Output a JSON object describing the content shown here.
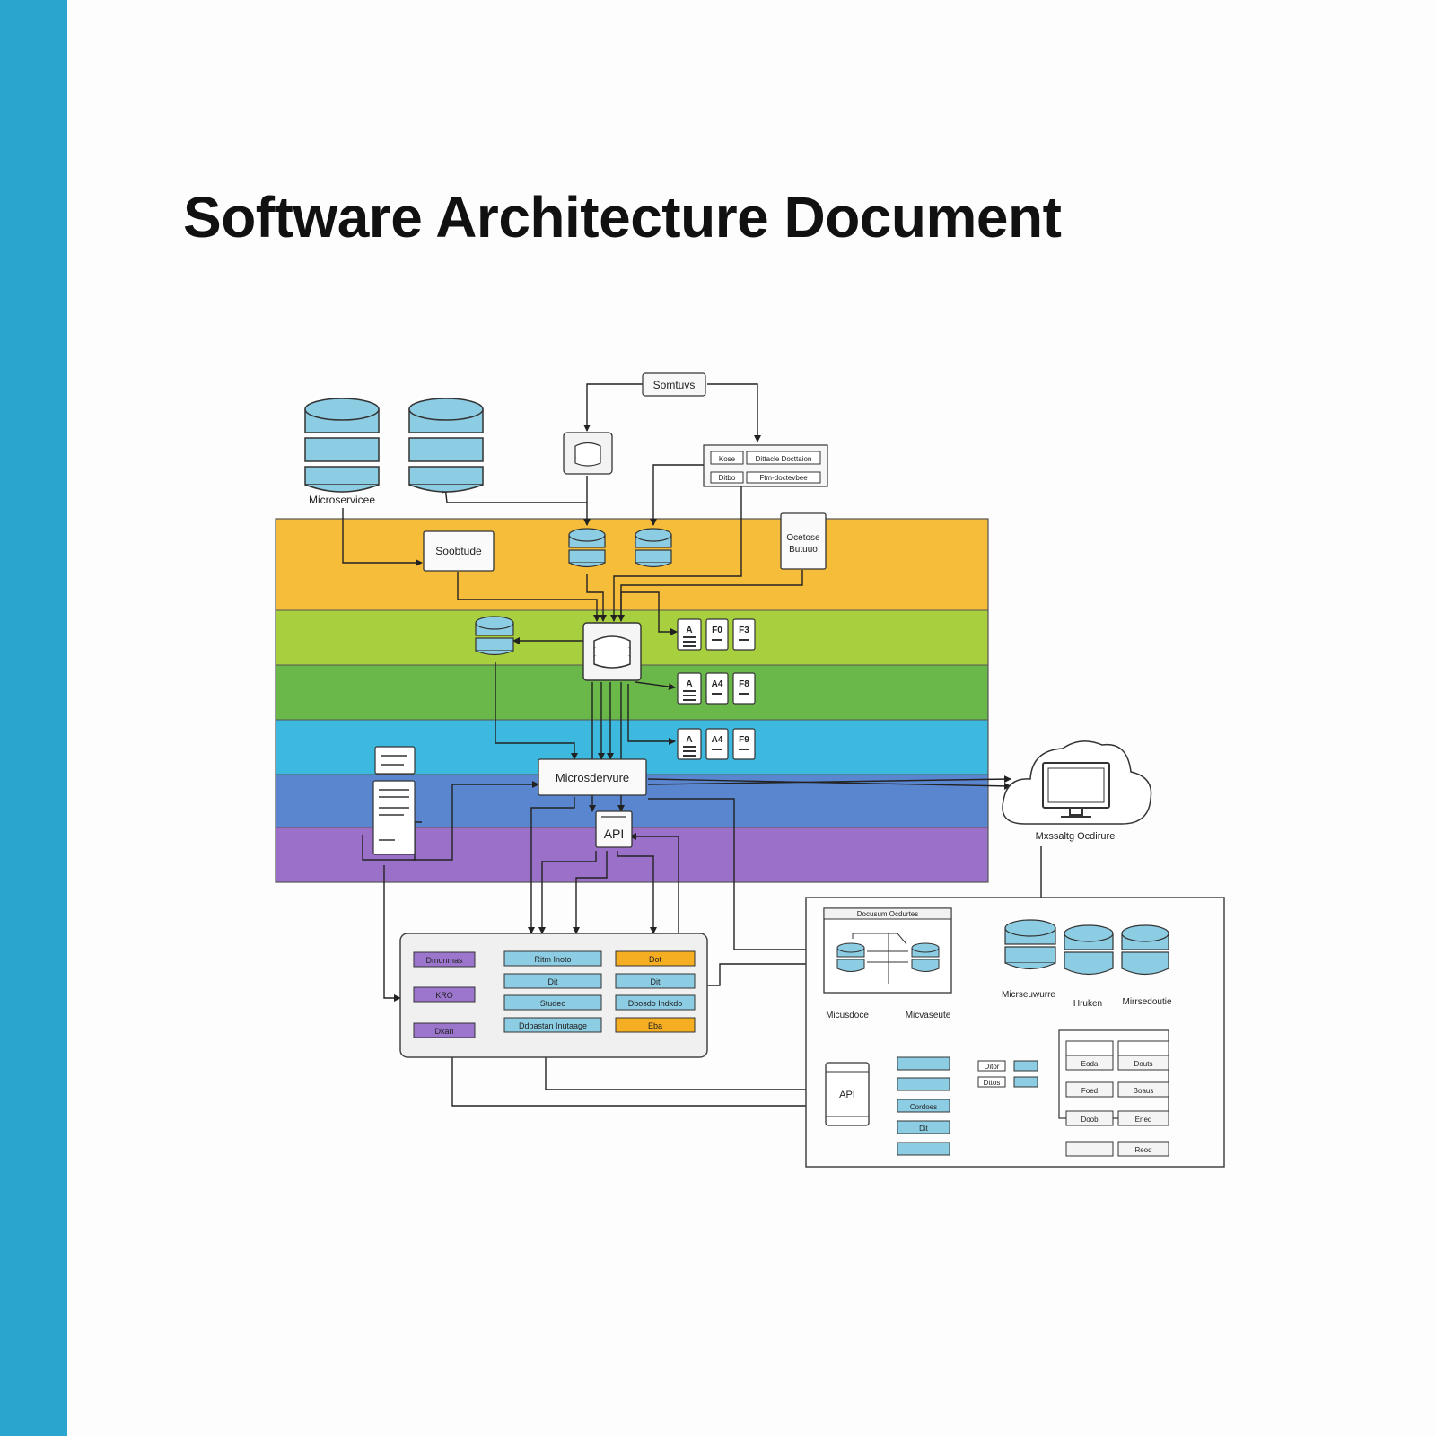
{
  "page": {
    "title": "Software Architecture Document"
  },
  "colors": {
    "sidebar": "#2aa6ce",
    "band_1": "#f6bd3b",
    "band_2": "#a8cf3e",
    "band_3": "#6ab84a",
    "band_4": "#3db8de",
    "band_5": "#5a86cf",
    "band_6": "#9a70c8",
    "db_fill": "#8ccde3",
    "chip_blue": "#8ccde3",
    "chip_orange": "#f5ad22",
    "chip_purple": "#9b76cc"
  },
  "diagram": {
    "top_box": "Somtuvs",
    "top_db_label": "Microservicee",
    "top_table": {
      "cells": [
        "Kose",
        "Dittacle Docttaion",
        "Ditbo",
        "Ftm-doctevbee"
      ]
    },
    "service_box": "Soobtude",
    "right_box_lines": [
      "Ocetose",
      "Butuuo"
    ],
    "icon_row_1": [
      "A",
      "F0",
      "F3"
    ],
    "icon_row_2": [
      "A",
      "A4",
      "F8"
    ],
    "icon_row_3": [
      "A",
      "A4",
      "F9"
    ],
    "micro_box": "Microsdervure",
    "api_box": "API",
    "cloud_label": "Mxssaltg Ocdirure",
    "left_panel": {
      "purple_chips": [
        "Dmonmas",
        "KRO",
        "Dkan"
      ],
      "blue_chips": [
        "Ritm Inoto",
        "Dit",
        "Studeo",
        "Ddbastan Inutaage"
      ],
      "orange_chips": [
        "Dot",
        "Dit",
        "Dbosdo Indkdo",
        "Eba"
      ],
      "blue_chip_states": [
        "blue",
        "blue",
        "blue",
        "blue"
      ],
      "orange_chip_states": [
        "orange",
        "blue",
        "blue",
        "orange"
      ]
    },
    "right_panel": {
      "inner_title": "Docusum Ocdurtes",
      "inner_labels": [
        "Micusdoce",
        "Micvaseute"
      ],
      "db_labels": [
        "Micrseuwurre",
        "Hruken",
        "Mirrsedoutie"
      ],
      "api_label": "API",
      "api_chips": [
        "",
        "",
        "Cordoes",
        "Dit",
        ""
      ],
      "small_labels": [
        "Ditor",
        "Dttos"
      ],
      "grid_cells": [
        "Eoda",
        "Douts",
        "Foed",
        "Boaus",
        "Doob",
        "Ened",
        "",
        "Reod"
      ]
    }
  }
}
